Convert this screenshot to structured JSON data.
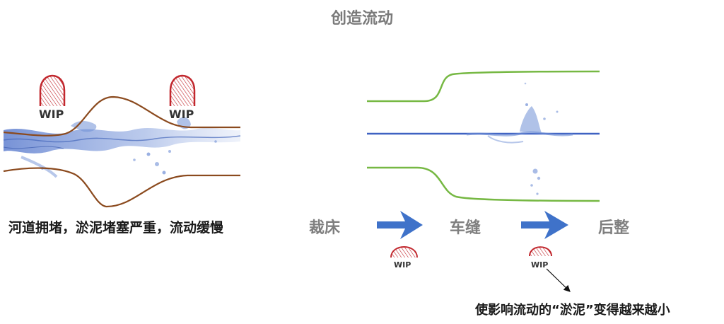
{
  "title": "创造流动",
  "left": {
    "wip_labels": [
      "WIP",
      "WIP"
    ],
    "caption": "河道拥堵，淤泥堵塞严重，流动缓慢"
  },
  "right": {
    "stages": [
      "裁床",
      "车缝",
      "后整"
    ],
    "wip_labels": [
      "WIP",
      "WIP"
    ],
    "caption": "使影响流动的“淤泥”变得越来越小"
  },
  "colors": {
    "channel_left": "#8b4a1e",
    "channel_right": "#76b843",
    "arrow": "#3f72c9",
    "wip_mark": "#c1272d",
    "water": "#6f8fd6"
  }
}
